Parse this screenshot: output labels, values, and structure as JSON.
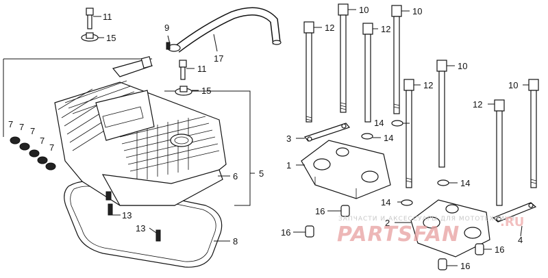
{
  "diagram": {
    "callouts": {
      "c1": "1",
      "c2": "2",
      "c3": "3",
      "c4": "4",
      "c5": "5",
      "c6": "6",
      "c7a": "7",
      "c7b": "7",
      "c7c": "7",
      "c7d": "7",
      "c7e": "7",
      "c8": "8",
      "c9": "9",
      "c10a": "10",
      "c10b": "10",
      "c10c": "10",
      "c10d": "10",
      "c11a": "11",
      "c11b": "11",
      "c12a": "12",
      "c12b": "12",
      "c12c": "12",
      "c12d": "12",
      "c13a": "13",
      "c13b": "13",
      "c14a": "14",
      "c14b": "14",
      "c14c": "14",
      "c14d": "14",
      "c15a": "15",
      "c15b": "15",
      "c16a": "16",
      "c16b": "16",
      "c16c": "16",
      "c16d": "16",
      "c17": "17"
    }
  },
  "watermark": {
    "tagline": "ЗАПЧАСТИ И АКСЕССУАРЫ ДЛЯ МОТОТЕХНИКИ",
    "logo": "PARTSFAN",
    "domain": ".RU"
  }
}
